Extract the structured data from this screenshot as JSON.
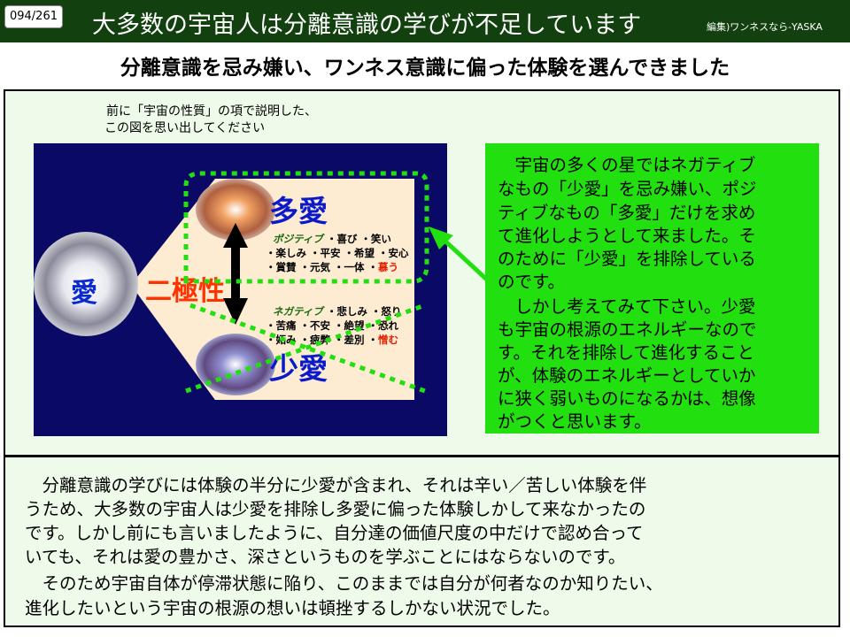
{
  "header": {
    "page_number": "094/261",
    "title": "大多数の宇宙人は分離意識の学びが不足しています",
    "credit": "編集)ワンネスなら-YASKA"
  },
  "subtitle": "分離意識を忌み嫌い、ワンネス意識に偏った体験を選んできました",
  "caption": [
    "前に「宇宙の性質」の項で説明した、",
    "この図を思い出してください"
  ],
  "diagram": {
    "love": "愛",
    "polarity": "二極性",
    "more_love": "多愛",
    "less_love": "少愛",
    "positive_label": "ポジティブ",
    "positive_lines": [
      "・喜び ・笑い",
      "・楽しみ ・平安 ・希望 ・安心",
      "・賞賛 ・元気 ・一体 ・"
    ],
    "positive_red": "慕う",
    "negative_label": "ネガティブ",
    "negative_lines": [
      "・悲しみ ・怒り",
      "・苦痛 ・不安 ・絶望 ・恐れ",
      "・妬み ・疲弊 ・差別 ・"
    ],
    "negative_red": "憎む"
  },
  "green_box_lines": [
    "　宇宙の多くの星ではネガティブ",
    "なもの「少愛」を忌み嫌い、ポジ",
    "ティブなもの「多愛」だけを求め",
    "て進化しようとして来ました。そ",
    "のために「少愛」を排除している",
    "のです。",
    "　しかし考えてみて下さい。少愛",
    "も宇宙の根源のエネルギーなので",
    "す。それを排除して進化すること",
    "が、体験のエネルギーとしていか",
    "に狭く弱いものになるかは、想像",
    "がつくと思います。"
  ],
  "lower_lines": [
    "　分離意識の学びには体験の半分に少愛が含まれ、それは辛い／苦しい体験を伴",
    "うため、大多数の宇宙人は少愛を排除し多愛に偏った体験しかして来なかったの",
    "です。しかし前にも言いましたように、自分達の価値尺度の中だけで認め合って",
    "いても、それは愛の豊かさ、深さというものを学ぶことにはならないのです。",
    "　そのため宇宙自体が停滞状態に陥り、このままでは自分が何者なのか知りたい、",
    "進化したいという宇宙の根源の想いは頓挫するしかない状況でした。"
  ],
  "colors": {
    "header": "#12400f",
    "green_box": "#22e010",
    "navy": "#0a0a66",
    "dotted": "#22e010"
  }
}
